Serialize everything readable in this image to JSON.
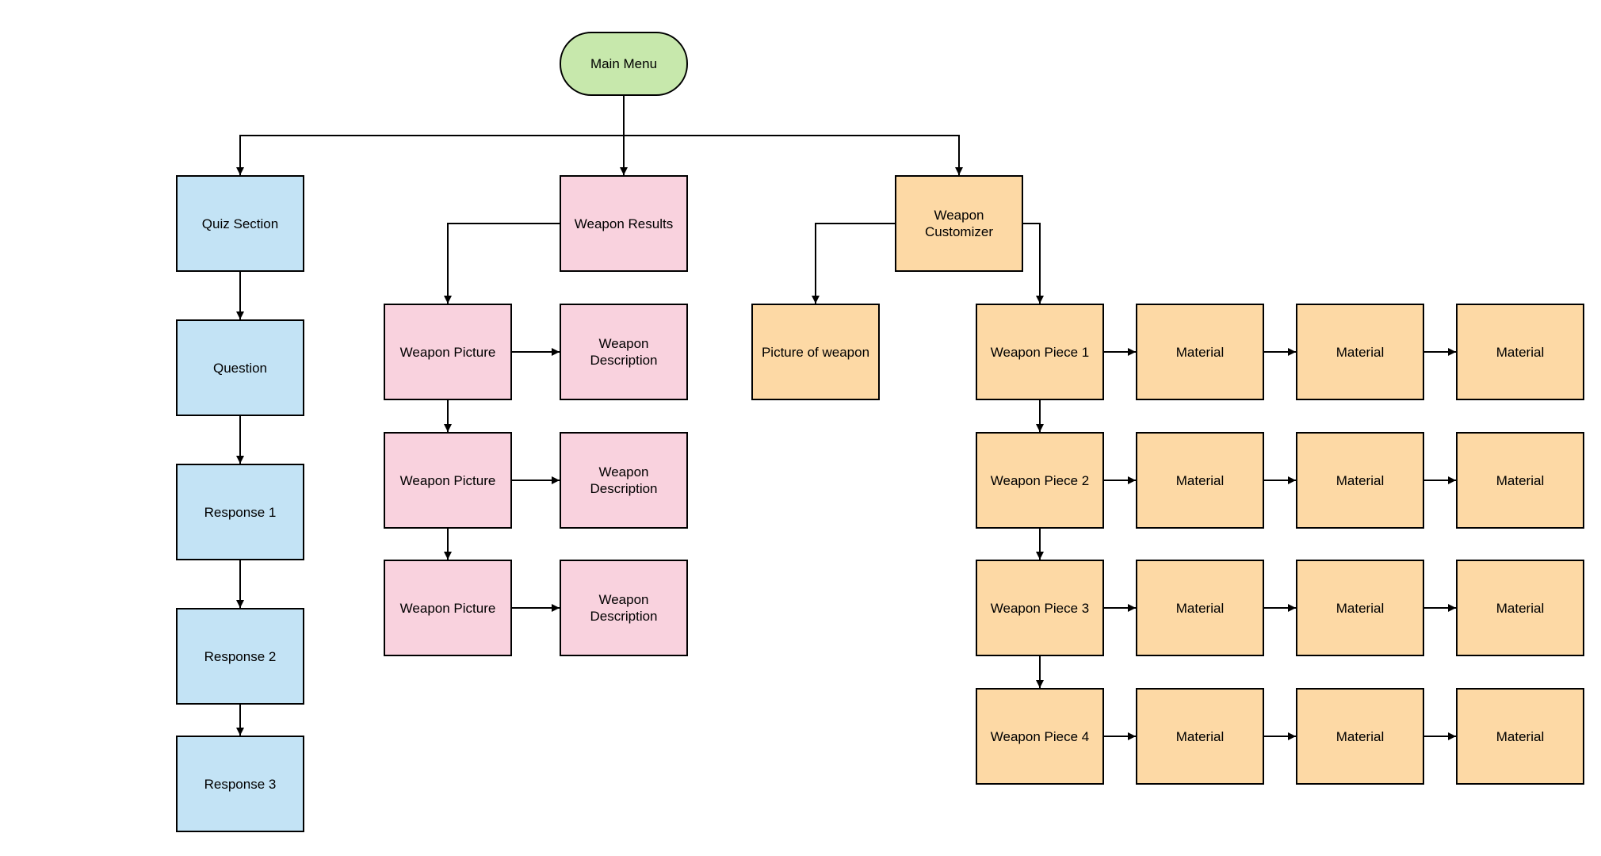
{
  "colors": {
    "start": "#c7e8ac",
    "quiz": "#c3e3f5",
    "results": "#f9d2de",
    "customizer": "#fdd9a5",
    "line": "#000000"
  },
  "nodes": {
    "main_menu": "Main Menu",
    "quiz_section": "Quiz Section",
    "question": "Question",
    "response_1": "Response 1",
    "response_2": "Response 2",
    "response_3": "Response 3",
    "weapon_results": "Weapon Results",
    "weapon_picture_1": "Weapon Picture",
    "weapon_picture_2": "Weapon Picture",
    "weapon_picture_3": "Weapon Picture",
    "weapon_description_1": "Weapon Description",
    "weapon_description_2": "Weapon Description",
    "weapon_description_3": "Weapon Description",
    "weapon_customizer": "Weapon Customizer",
    "picture_of_weapon": "Picture of weapon",
    "weapon_piece_1": "Weapon Piece 1",
    "weapon_piece_2": "Weapon Piece 2",
    "weapon_piece_3": "Weapon Piece 3",
    "weapon_piece_4": "Weapon Piece 4",
    "material_1_1": "Material",
    "material_1_2": "Material",
    "material_1_3": "Material",
    "material_2_1": "Material",
    "material_2_2": "Material",
    "material_2_3": "Material",
    "material_3_1": "Material",
    "material_3_2": "Material",
    "material_3_3": "Material",
    "material_4_1": "Material",
    "material_4_2": "Material",
    "material_4_3": "Material"
  },
  "edges": [
    [
      "main_menu",
      "quiz_section"
    ],
    [
      "main_menu",
      "weapon_results"
    ],
    [
      "main_menu",
      "weapon_customizer"
    ],
    [
      "quiz_section",
      "question"
    ],
    [
      "question",
      "response_1"
    ],
    [
      "response_1",
      "response_2"
    ],
    [
      "response_2",
      "response_3"
    ],
    [
      "weapon_results",
      "weapon_picture_1"
    ],
    [
      "weapon_picture_1",
      "weapon_description_1"
    ],
    [
      "weapon_picture_1",
      "weapon_picture_2"
    ],
    [
      "weapon_picture_2",
      "weapon_description_2"
    ],
    [
      "weapon_picture_2",
      "weapon_picture_3"
    ],
    [
      "weapon_picture_3",
      "weapon_description_3"
    ],
    [
      "weapon_customizer",
      "picture_of_weapon"
    ],
    [
      "weapon_customizer",
      "weapon_piece_1"
    ],
    [
      "weapon_piece_1",
      "weapon_piece_2"
    ],
    [
      "weapon_piece_2",
      "weapon_piece_3"
    ],
    [
      "weapon_piece_3",
      "weapon_piece_4"
    ],
    [
      "weapon_piece_1",
      "material_1_1"
    ],
    [
      "material_1_1",
      "material_1_2"
    ],
    [
      "material_1_2",
      "material_1_3"
    ],
    [
      "weapon_piece_2",
      "material_2_1"
    ],
    [
      "material_2_1",
      "material_2_2"
    ],
    [
      "material_2_2",
      "material_2_3"
    ],
    [
      "weapon_piece_3",
      "material_3_1"
    ],
    [
      "material_3_1",
      "material_3_2"
    ],
    [
      "material_3_2",
      "material_3_3"
    ],
    [
      "weapon_piece_4",
      "material_4_1"
    ],
    [
      "material_4_1",
      "material_4_2"
    ],
    [
      "material_4_2",
      "material_4_3"
    ]
  ]
}
